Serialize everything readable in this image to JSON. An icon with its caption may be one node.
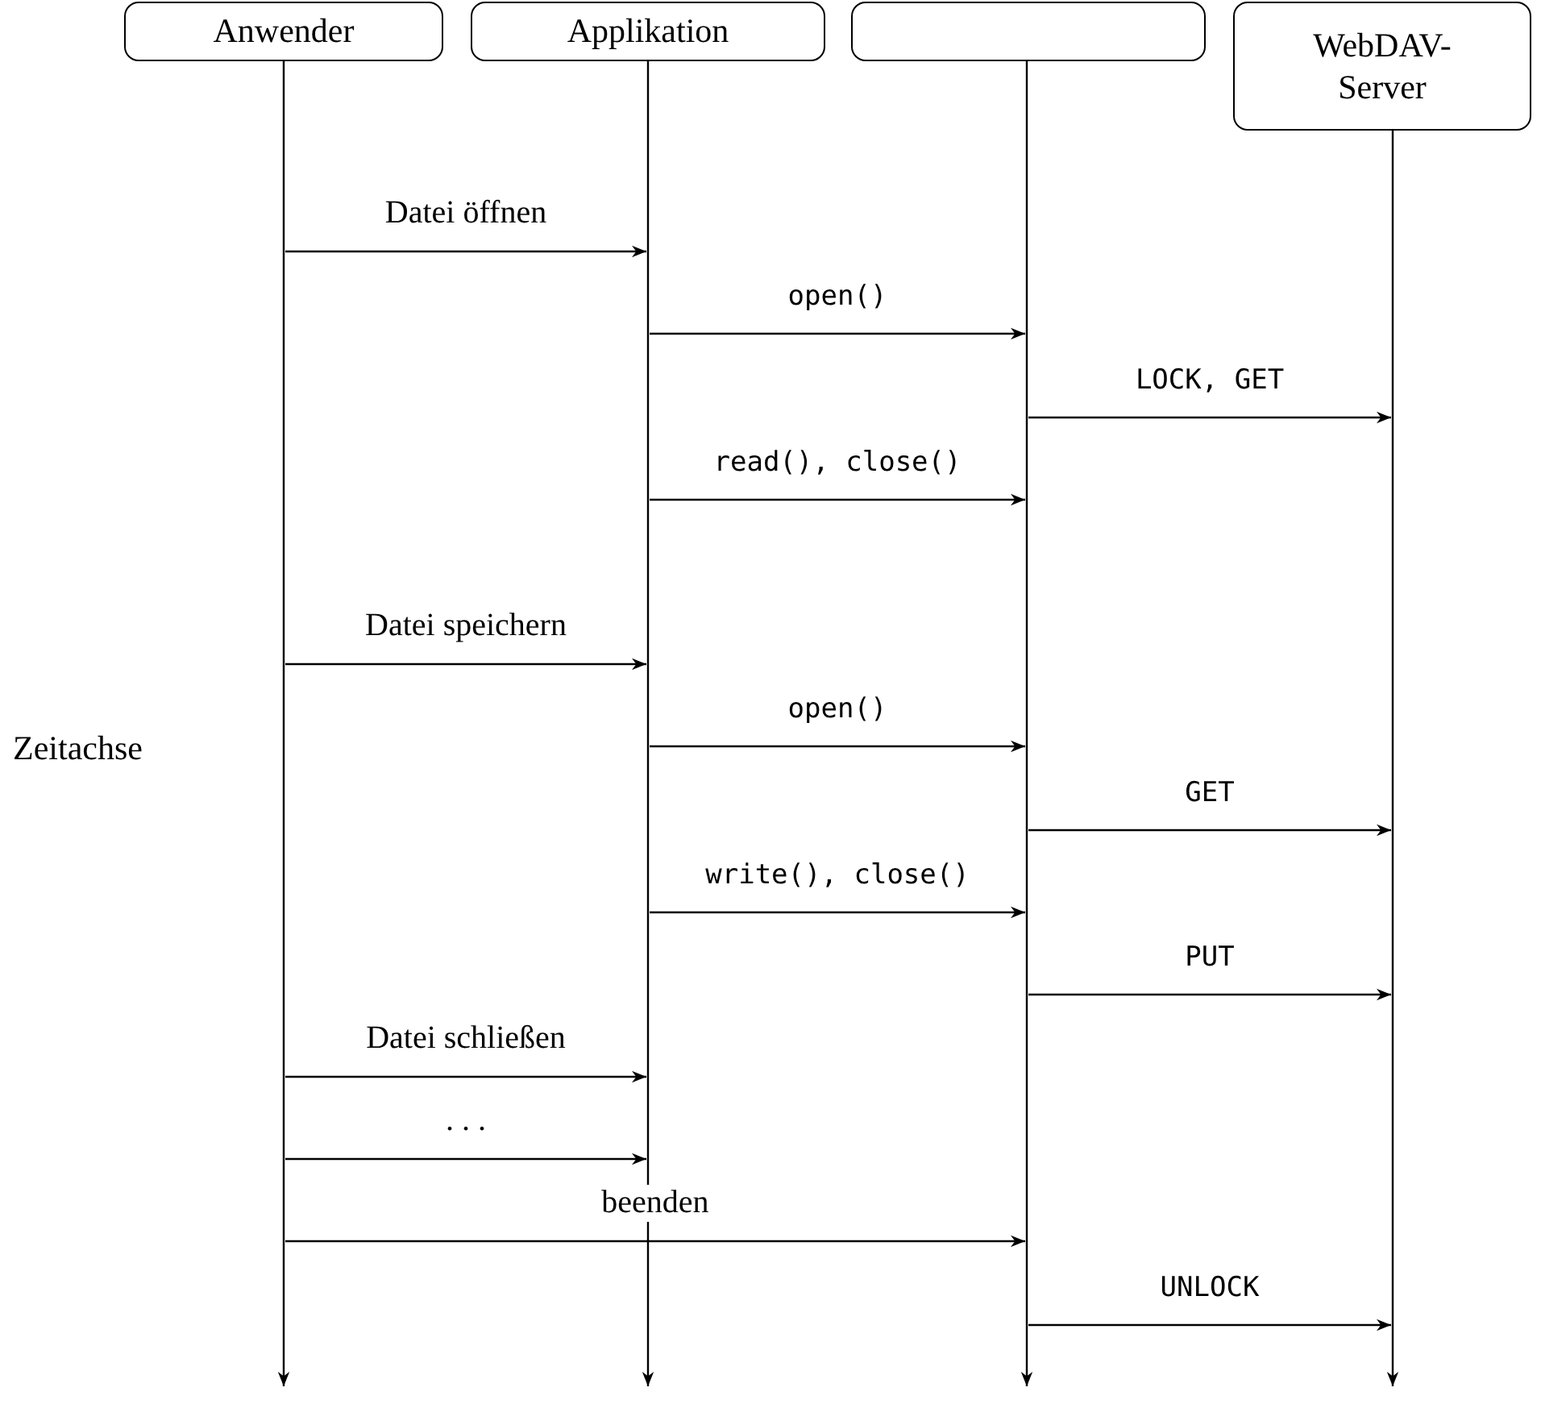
{
  "diagram": {
    "nodes": [
      {
        "text": [
          "Anwender"
        ]
      },
      {
        "text": [
          "Applikation"
        ]
      },
      {
        "text": [],
        "shape": "box"
      },
      {
        "text": [
          "WebDAV-Server"
        ]
      }
    ],
    "edges": [
      {
        "from": 0,
        "to": null,
        "arrow": "to"
      },
      {
        "from": 1,
        "to": null,
        "arrow": "to"
      },
      {
        "from": 2,
        "to": null,
        "arrow": "to"
      },
      {
        "from": 3,
        "to": null,
        "arrow": "to"
      }
    ],
    "labels": [
      "Datei öffnen",
      "open()",
      "LOCK, GET",
      "read(), close()",
      "Datei speichern",
      "open()",
      "Zeitachse",
      "GET",
      "write(), close()",
      "PUT",
      "Datei schließen",
      ". . .",
      "beenden",
      "UNLOCK"
    ]
  }
}
